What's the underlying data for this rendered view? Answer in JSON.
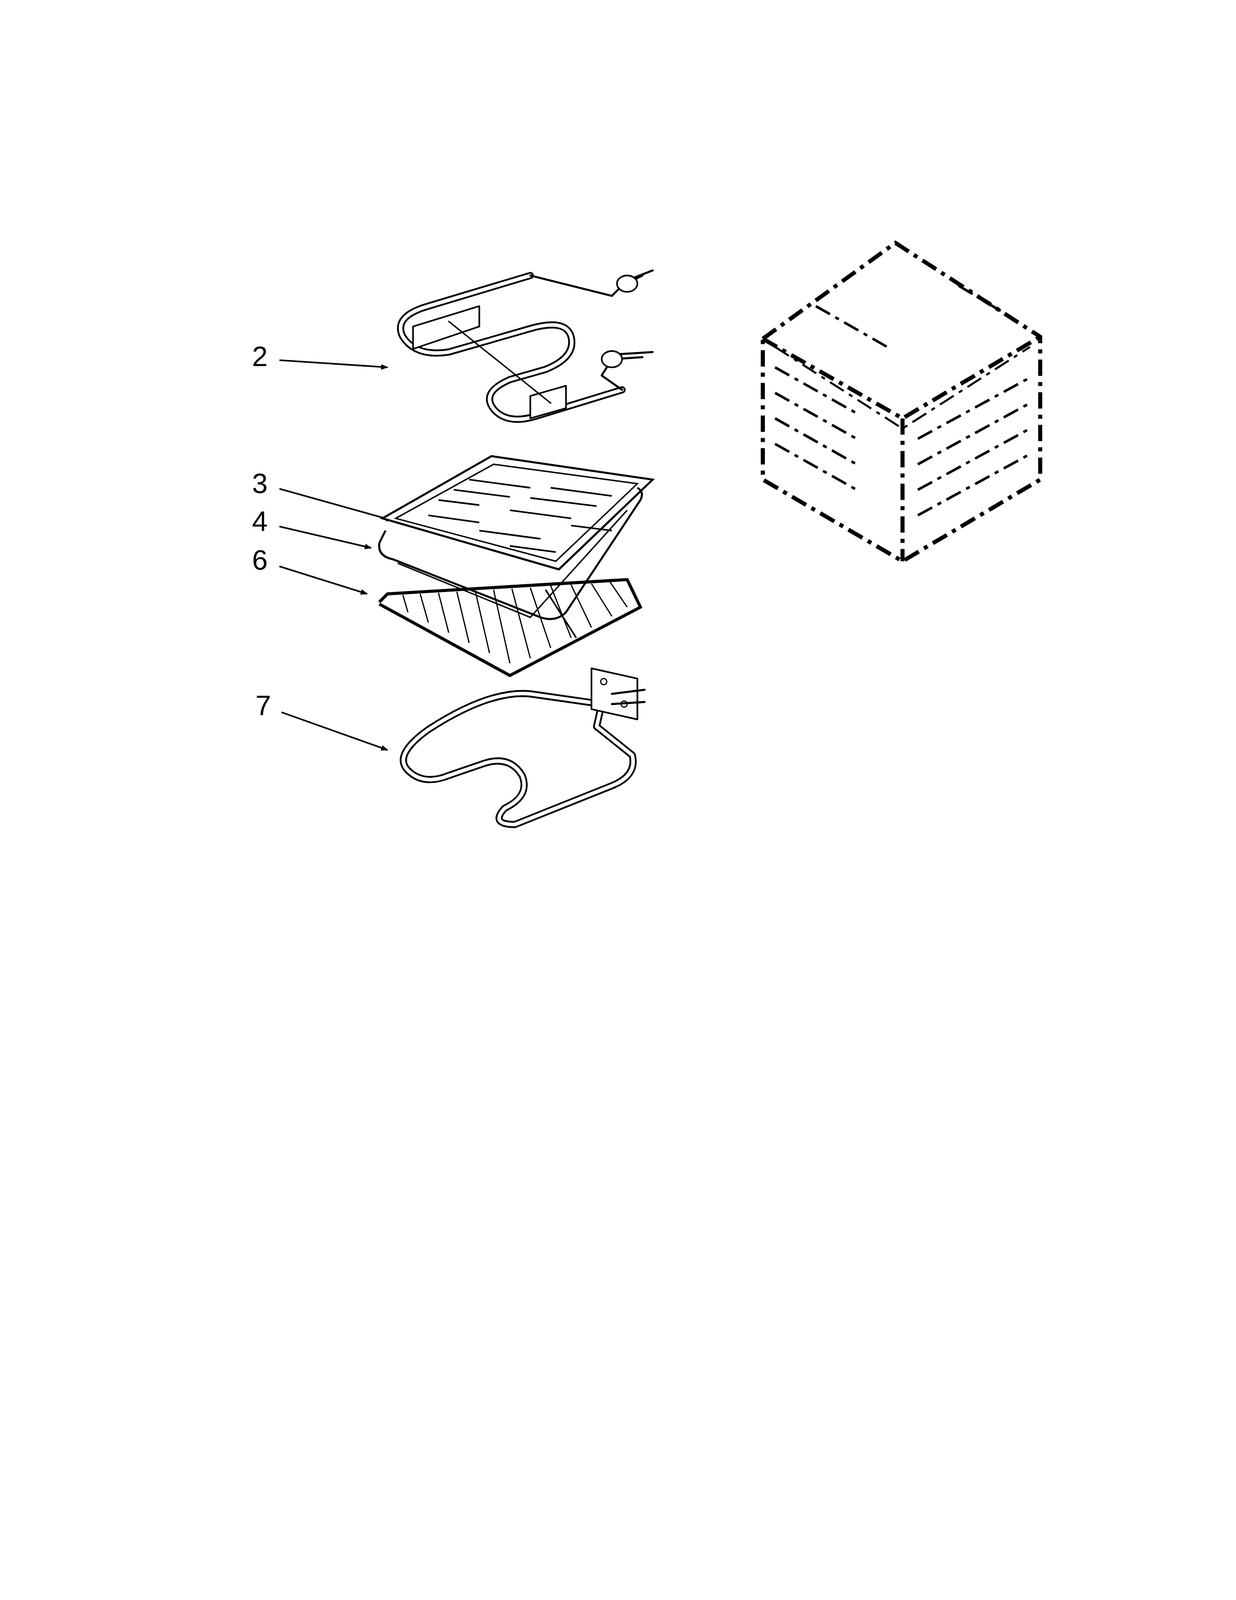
{
  "diagram": {
    "labels": [
      "2",
      "3",
      "4",
      "6",
      "7"
    ]
  }
}
